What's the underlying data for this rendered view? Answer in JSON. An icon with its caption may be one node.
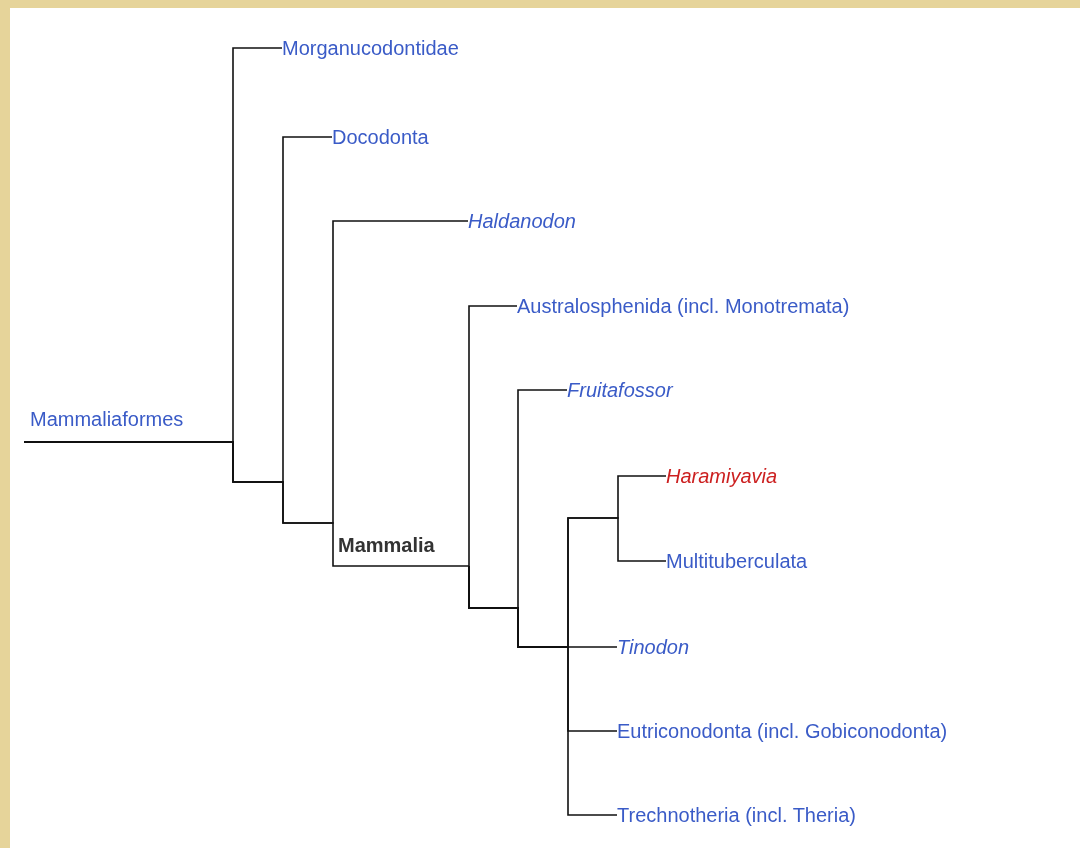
{
  "diagram": {
    "nodes": [
      {
        "text": [
          "Mammaliaformes"
        ]
      },
      {
        "text": [
          "Morganucodontidae"
        ]
      },
      {
        "text": [
          "Docodonta"
        ]
      },
      {
        "text": [
          "Haldanodon"
        ]
      },
      {
        "text": [
          "Mammalia"
        ]
      },
      {
        "text": [
          "Australosphenida (incl. Monotremata)"
        ]
      },
      {
        "text": [
          "Fruitafossor"
        ]
      },
      {
        "text": [
          "Haramiyavia"
        ]
      },
      {
        "text": [
          "Multituberculata"
        ]
      },
      {
        "text": [
          "Tinodon"
        ]
      },
      {
        "text": [
          "Eutriconodonta (incl. Gobiconodonta)"
        ]
      },
      {
        "text": [
          "Trechnotheria (incl. Theria)"
        ]
      }
    ],
    "edges": [
      {
        "from": 0,
        "to": 1,
        "arrow": "none"
      },
      {
        "from": 0,
        "to": 2,
        "arrow": "none"
      },
      {
        "from": 0,
        "to": 3,
        "arrow": "none"
      },
      {
        "from": 0,
        "to": 4,
        "arrow": "none"
      },
      {
        "from": 4,
        "to": 5,
        "arrow": "none"
      },
      {
        "from": 4,
        "to": 6,
        "arrow": "none"
      },
      {
        "from": 4,
        "to": 7,
        "arrow": "none"
      },
      {
        "from": 4,
        "to": 8,
        "arrow": "none"
      },
      {
        "from": 4,
        "to": 9,
        "arrow": "none"
      },
      {
        "from": 4,
        "to": 10,
        "arrow": "none"
      },
      {
        "from": 4,
        "to": 11,
        "arrow": "none"
      }
    ]
  }
}
